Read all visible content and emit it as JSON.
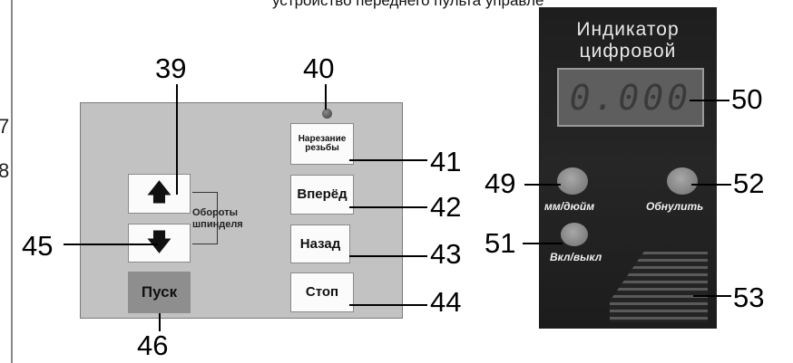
{
  "top_caption": "устройство переднего пульта управления",
  "edge_numbers": [
    "7",
    "8"
  ],
  "panel": {
    "spindle_label_line1": "Обороты",
    "spindle_label_line2": "шпинделя",
    "up_arrow": "🡅",
    "down_arrow": "🡇",
    "start_label": "Пуск",
    "threading_line1": "Нарезание",
    "threading_line2": "резьбы",
    "forward_label": "Вперёд",
    "back_label": "Назад",
    "stop_label": "Стоп"
  },
  "indicator": {
    "title_line1": "Индикатор",
    "title_line2": "цифровой",
    "display_value": "0.000",
    "mm_inch_label": "мм/дюйм",
    "reset_label": "Обнулить",
    "power_label": "Вкл/выкл"
  },
  "callouts": {
    "n39": "39",
    "n40": "40",
    "n41": "41",
    "n42": "42",
    "n43": "43",
    "n44": "44",
    "n45": "45",
    "n46": "46",
    "n49": "49",
    "n50": "50",
    "n51": "51",
    "n52": "52",
    "n53": "53"
  }
}
